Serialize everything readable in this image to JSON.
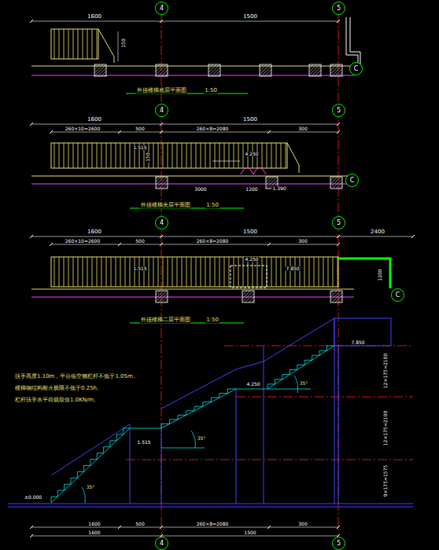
{
  "diagram": {
    "nodes": [
      {
        "text": [
          "4"
        ]
      },
      {
        "text": [
          "5"
        ]
      },
      {
        "text": [
          "C"
        ]
      },
      {
        "text": [
          "4"
        ]
      },
      {
        "text": [
          "5"
        ]
      },
      {
        "text": [
          "C"
        ]
      },
      {
        "text": [
          "4"
        ]
      },
      {
        "text": [
          "5"
        ]
      },
      {
        "text": [
          "C"
        ]
      },
      {
        "text": [
          "4"
        ]
      },
      {
        "text": [
          "5"
        ]
      }
    ],
    "labels": [
      "1600",
      "1500",
      "150",
      "外挂楼梯底层平面图",
      "1:50",
      "1600",
      "1500",
      "260×10=2600",
      "500",
      "260×8=2080",
      "300",
      "1.515",
      "150",
      "4.250",
      "3000",
      "1200",
      "1.390",
      "外挂楼梯夹层平面图",
      "1:50",
      "1600",
      "1500",
      "2400",
      "260×10=2600",
      "500",
      "260×8=2080",
      "300",
      "1.515",
      "4.250",
      "7.850",
      "1200",
      "外挂楼梯二层平面图",
      "1:50",
      "扶手高度1.10m，平台临空侧栏杆不低于1.05m。",
      "楼梯钢结构耐火极限不低于0.25h。",
      "栏杆扶手水平荷载取值1.0KN/m。",
      "7.850",
      "4.250",
      "1.515",
      "±0.000",
      "35°",
      "35°",
      "35°",
      "12×175=2100",
      "12×175=2100",
      "9×175=1575",
      "1600",
      "500",
      "260×8=2080",
      "300",
      "1600",
      "1500"
    ]
  }
}
